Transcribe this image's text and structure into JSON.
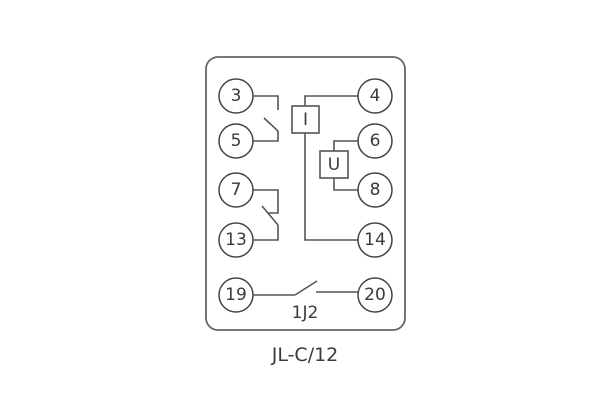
{
  "diagram": {
    "model": "JL-C/12",
    "contact_label": "1J2",
    "terminals": {
      "t3": "3",
      "t4": "4",
      "t5": "5",
      "t6": "6",
      "t7": "7",
      "t8": "8",
      "t13": "13",
      "t14": "14",
      "t19": "19",
      "t20": "20"
    },
    "coils": {
      "current": "I",
      "voltage": "U"
    },
    "colors": {
      "line": "#555555",
      "text": "#3a3a3a",
      "background": "#ffffff"
    }
  }
}
